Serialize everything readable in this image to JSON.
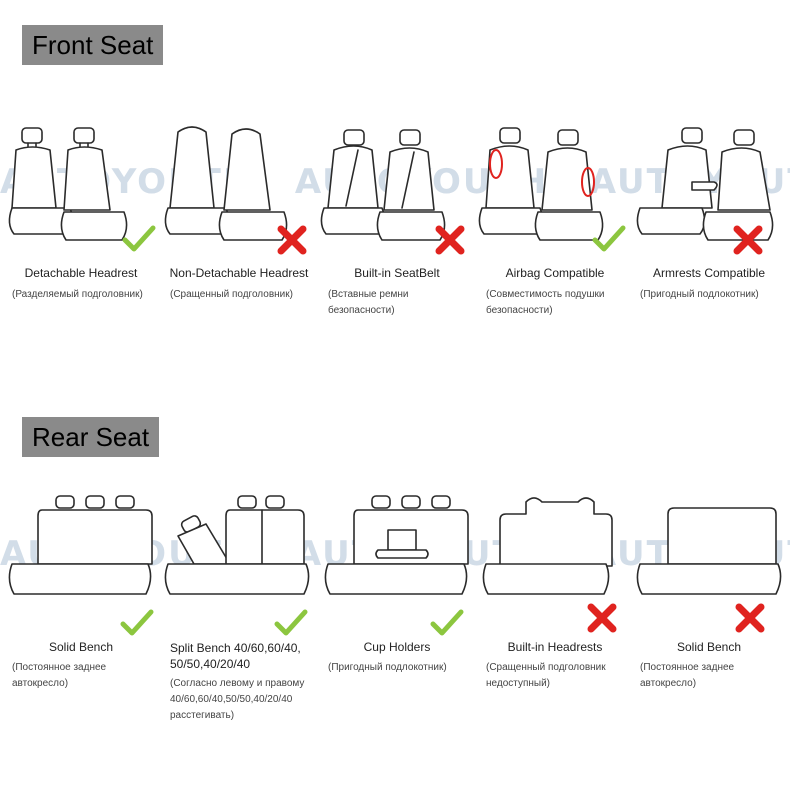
{
  "watermark": "AUTOYOUTH",
  "sections": {
    "front": {
      "label": "Front Seat",
      "items": [
        {
          "title": "Detachable Headrest",
          "sub": "(Разделяемый подголовник)",
          "mark": "check"
        },
        {
          "title": "Non-Detachable Headrest",
          "sub": "(Сращенный подголовник)",
          "mark": "cross"
        },
        {
          "title": "Built-in SeatBelt",
          "sub": "(Вставные ремни\nбезопасности)",
          "mark": "cross"
        },
        {
          "title": "Airbag Compatible",
          "sub": "(Совместимость подушки\nбезопасности)",
          "mark": "check"
        },
        {
          "title": "Armrests Compatible",
          "sub": "(Пригодный подлокотник)",
          "mark": "cross"
        }
      ]
    },
    "rear": {
      "label": "Rear Seat",
      "items": [
        {
          "title": "Solid Bench",
          "sub": "(Постоянное заднее\nавтокресло)",
          "mark": "check"
        },
        {
          "title": "Split Bench 40/60,60/40,\n50/50,40/20/40",
          "sub": "(Согласно левому и правому\n40/60,60/40,50/50,40/20/40\nрасстегивать)",
          "mark": "check"
        },
        {
          "title": "Cup Holders",
          "sub": "(Пригодный подлокотник)",
          "mark": "check"
        },
        {
          "title": "Built-in Headrests",
          "sub": "(Сращенный подголовник\nнедоступный)",
          "mark": "cross"
        },
        {
          "title": "Solid Bench",
          "sub": "(Постоянное заднее\nавтокресло)",
          "mark": "cross"
        }
      ]
    }
  },
  "colors": {
    "check": "#8cc63f",
    "cross": "#e0231f",
    "label_bg": "#8a8a8a",
    "watermark": "#d2dde8"
  }
}
